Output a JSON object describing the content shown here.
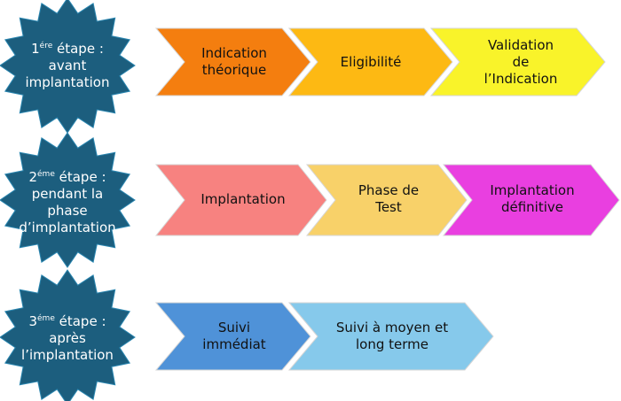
{
  "colors": {
    "star_fill": "#1C5E7E",
    "star_stroke": "#2a86b0",
    "arrow_stroke": "#d6d6d6"
  },
  "stages": [
    {
      "number": "1",
      "suffix": "ére",
      "title_rest": " étape :",
      "lines": [
        "avant",
        "implantation"
      ],
      "steps": [
        {
          "label": "Indication\nthéorique",
          "color": "#F47E0F"
        },
        {
          "label": "Eligibilité",
          "color": "#FDB913"
        },
        {
          "label": "Validation\nde\nl’Indication",
          "color": "#F9F32A"
        }
      ]
    },
    {
      "number": "2",
      "suffix": "éme",
      "title_rest": " étape :",
      "lines": [
        "pendant la",
        "phase",
        "d’implantation"
      ],
      "steps": [
        {
          "label": "Implantation",
          "color": "#F78280"
        },
        {
          "label": "Phase de\nTest",
          "color": "#F8D169"
        },
        {
          "label": "Implantation\ndéfinitive",
          "color": "#E93FE0"
        }
      ]
    },
    {
      "number": "3",
      "suffix": "éme",
      "title_rest": " étape :",
      "lines": [
        "après",
        "l’implantation"
      ],
      "steps": [
        {
          "label": "Suivi\nimmédiat",
          "color": "#4F92D8"
        },
        {
          "label": "Suivi à moyen et\nlong terme",
          "color": "#86C9EB"
        }
      ]
    }
  ]
}
